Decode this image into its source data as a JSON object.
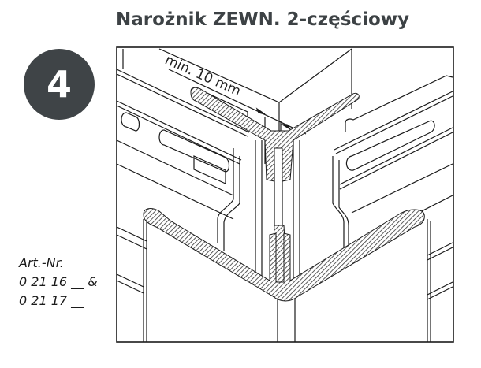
{
  "title": "Narożnik ZEWN. 2-częściowy",
  "step_badge": {
    "number": "4",
    "color": "#3f4447",
    "text_color": "#ffffff"
  },
  "article_numbers": {
    "label": "Art.-Nr.",
    "lines": [
      "0 21 16 __ &",
      "0 21 17 __"
    ]
  },
  "drawing": {
    "dimension_label": "min. 10 mm",
    "line_color": "#1a1a1a",
    "hatch_color": "#333333"
  }
}
